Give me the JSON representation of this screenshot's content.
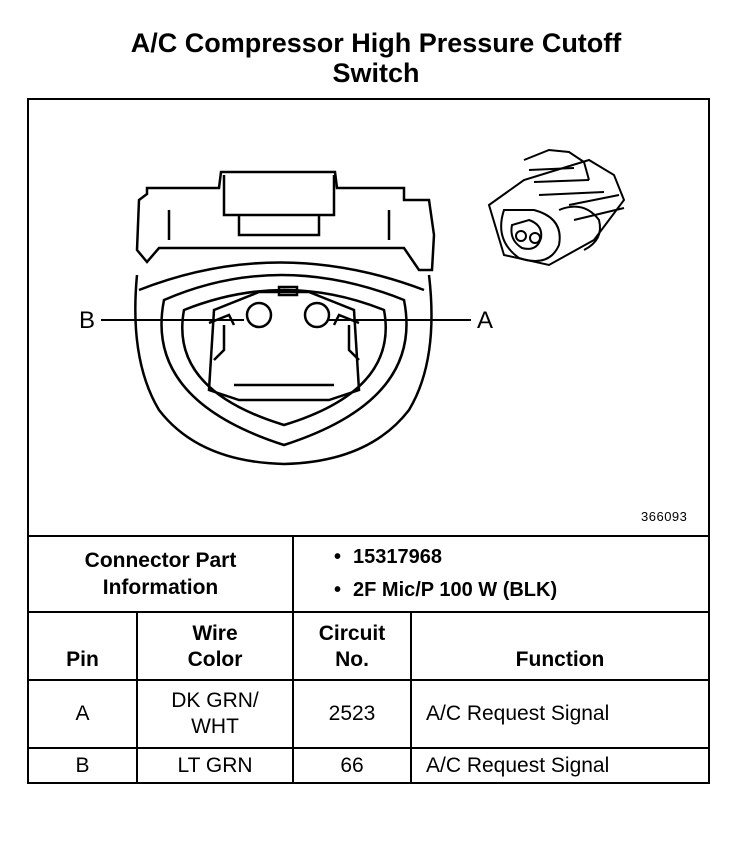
{
  "title_line1": "A/C Compressor High Pressure Cutoff",
  "title_line2": "Switch",
  "diagram": {
    "label_b": "B",
    "label_a": "A",
    "figure_number": "366093"
  },
  "connector": {
    "label_line1": "Connector Part",
    "label_line2": "Information",
    "parts": [
      "15317968",
      "2F Mic/P 100 W (BLK)"
    ]
  },
  "pin_table": {
    "headers": {
      "pin": "Pin",
      "wire_line1": "Wire",
      "wire_line2": "Color",
      "circuit_line1": "Circuit",
      "circuit_line2": "No.",
      "function": "Function"
    },
    "rows": [
      {
        "pin": "A",
        "wire_line1": "DK GRN/",
        "wire_line2": "WHT",
        "circuit": "2523",
        "function": "A/C Request Signal"
      },
      {
        "pin": "B",
        "wire_line1": "LT GRN",
        "wire_line2": "",
        "circuit": "66",
        "function": "A/C Request Signal"
      }
    ]
  }
}
